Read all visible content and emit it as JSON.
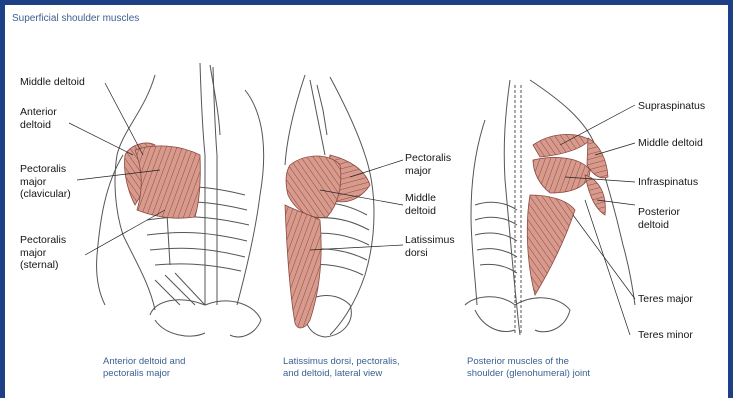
{
  "heading": "Superficial shoulder\nmuscles",
  "colors": {
    "frame": "#1d3f86",
    "muscle": "#d89a8c",
    "muscle_fiber": "#8b4a42",
    "bone_line": "#555555",
    "caption": "#3a5f92"
  },
  "left_panel": {
    "labels": {
      "middle_deltoid": "Middle deltoid",
      "anterior_deltoid": "Anterior\ndeltoid",
      "pectoralis_major_clavicular": "Pectoralis\nmajor\n(clavicular)",
      "pectoralis_major_sternal": "Pectoralis\nmajor\n(sternal)"
    },
    "caption": "Anterior deltoid and\npectoralis major"
  },
  "center_panel": {
    "labels": {
      "pectoralis_major": "Pectoralis\nmajor",
      "middle_deltoid": "Middle\ndeltoid",
      "latissimus_dorsi": "Latissimus\ndorsi"
    },
    "caption": "Latissimus dorsi, pectoralis,\nand deltoid, lateral view"
  },
  "right_panel": {
    "labels": {
      "supraspinatus": "Supraspinatus",
      "middle_deltoid": "Middle deltoid",
      "infraspinatus": "Infraspinatus",
      "posterior_deltoid": "Posterior\ndeltoid",
      "teres_major": "Teres major",
      "teres_minor": "Teres minor"
    },
    "caption": "Posterior muscles of the\nshoulder (glenohumeral) joint"
  }
}
